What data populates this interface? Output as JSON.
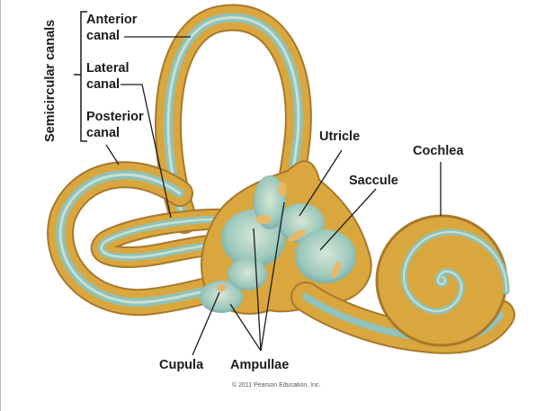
{
  "figure": {
    "group_label": "Semicircular canals",
    "labels": {
      "anterior": [
        "Anterior",
        "canal"
      ],
      "lateral": [
        "Lateral",
        "canal"
      ],
      "posterior": [
        "Posterior",
        "canal"
      ],
      "utricle": "Utricle",
      "saccule": "Saccule",
      "cochlea": "Cochlea",
      "cupula": "Cupula",
      "ampullae": "Ampullae"
    },
    "copyright": "© 2011 Pearson Education, Inc."
  },
  "colors": {
    "bony_labyrinth": "#d9a73e",
    "bony_dark": "#a8782a",
    "membranous": "#8fc2b8",
    "membranous_light": "#c8e0d4",
    "sensory_patch": "#e8b86a",
    "leader_line": "#1c1c1c"
  }
}
